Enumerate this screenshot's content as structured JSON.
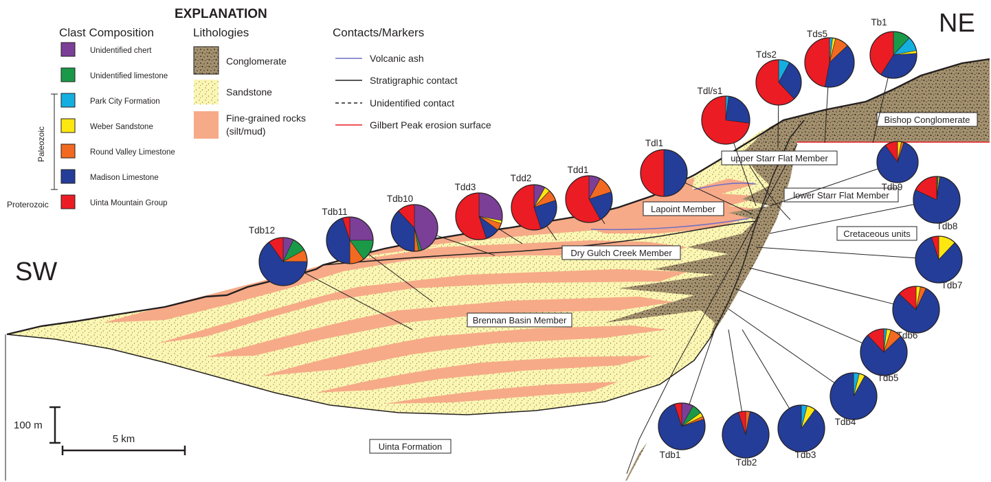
{
  "orientation": {
    "left": "SW",
    "right": "NE"
  },
  "explanation": {
    "title": "EXPLANATION",
    "clast_composition": {
      "heading": "Clast Composition",
      "items": [
        {
          "label": "Unidentified chert",
          "color": "#7b3f98"
        },
        {
          "label": "Unidentified limestone",
          "color": "#1a9a48"
        },
        {
          "label": "Park City Formation",
          "color": "#15aee0"
        },
        {
          "label": "Weber Sandstone",
          "color": "#fde711"
        },
        {
          "label": "Round Valley Limestone",
          "color": "#f26a21"
        },
        {
          "label": "Madison Limestone",
          "color": "#243d98"
        },
        {
          "label": "Uinta Mountain Group",
          "color": "#ec1c24"
        }
      ],
      "paleozoic_label": "Paleozoic",
      "proterozoic_label": "Proterozoic"
    },
    "lithologies": {
      "heading": "Lithologies",
      "items": [
        {
          "label": "Conglomerate",
          "pattern": "conglomerate"
        },
        {
          "label": "Sandstone",
          "pattern": "sandstone"
        },
        {
          "label": "Fine-grained rocks",
          "label2": "(silt/mud)",
          "pattern": "fine"
        }
      ]
    },
    "contacts": {
      "heading": "Contacts/Markers",
      "items": [
        {
          "label": "Volcanic ash",
          "style": "ash"
        },
        {
          "label": "Stratigraphic contact",
          "style": "solid"
        },
        {
          "label": "Unidentified contact",
          "style": "dashed"
        },
        {
          "label": "Gilbert Peak erosion surface",
          "style": "red"
        }
      ]
    }
  },
  "units": {
    "bishop": "Bishop Conglomerate",
    "upper_starr": "upper Starr Flat Member",
    "lower_starr": "lower Starr Flat Member",
    "lapoint": "Lapoint Member",
    "cretaceous": "Cretaceous units",
    "dry_gulch": "Dry Gulch Creek Member",
    "brennan": "Brennan Basin Member",
    "uinta": "Uinta Formation"
  },
  "scale": {
    "vertical": "100 m",
    "horizontal": "5 km"
  },
  "colors": {
    "chert": "#7b3f98",
    "limestone": "#1a9a48",
    "parkcity": "#15aee0",
    "weber": "#fde711",
    "roundvalley": "#f26a21",
    "madison": "#243d98",
    "uinta_mtn": "#ec1c24",
    "fine": "#f6aa88",
    "sand": "#fbf6b3",
    "congl": "#a3906e"
  },
  "samples": [
    {
      "id": "Tb1",
      "fractions": {
        "chert": 0,
        "limestone": 0.12,
        "parkcity": 0.1,
        "weber": 0.02,
        "roundvalley": 0,
        "madison": 0.35,
        "uinta_mtn": 0.41
      }
    },
    {
      "id": "Tds5",
      "fractions": {
        "chert": 0,
        "limestone": 0,
        "parkcity": 0.02,
        "weber": 0.02,
        "roundvalley": 0.09,
        "madison": 0.4,
        "uinta_mtn": 0.47
      }
    },
    {
      "id": "Tds2",
      "fractions": {
        "chert": 0,
        "limestone": 0,
        "parkcity": 0.08,
        "weber": 0,
        "roundvalley": 0,
        "madison": 0.3,
        "uinta_mtn": 0.62
      }
    },
    {
      "id": "Tdl/s1",
      "fractions": {
        "chert": 0,
        "limestone": 0,
        "parkcity": 0.02,
        "weber": 0,
        "roundvalley": 0,
        "madison": 0.25,
        "uinta_mtn": 0.73
      }
    },
    {
      "id": "Tdl1",
      "fractions": {
        "chert": 0,
        "limestone": 0,
        "parkcity": 0,
        "weber": 0,
        "roundvalley": 0,
        "madison": 0.5,
        "uinta_mtn": 0.5
      }
    },
    {
      "id": "Tdd1",
      "fractions": {
        "chert": 0.08,
        "limestone": 0,
        "parkcity": 0,
        "weber": 0,
        "roundvalley": 0.12,
        "madison": 0.22,
        "uinta_mtn": 0.58
      }
    },
    {
      "id": "Tdd2",
      "fractions": {
        "chert": 0.08,
        "limestone": 0,
        "parkcity": 0,
        "weber": 0.04,
        "roundvalley": 0.08,
        "madison": 0.25,
        "uinta_mtn": 0.55
      }
    },
    {
      "id": "Tdd3",
      "fractions": {
        "chert": 0.28,
        "limestone": 0,
        "parkcity": 0,
        "weber": 0.02,
        "roundvalley": 0.05,
        "madison": 0.1,
        "uinta_mtn": 0.55
      }
    },
    {
      "id": "Tdb10",
      "fractions": {
        "chert": 0.45,
        "limestone": 0.02,
        "parkcity": 0,
        "weber": 0,
        "roundvalley": 0.03,
        "madison": 0.38,
        "uinta_mtn": 0.12
      }
    },
    {
      "id": "Tdb11",
      "fractions": {
        "chert": 0.25,
        "limestone": 0.15,
        "parkcity": 0,
        "weber": 0,
        "roundvalley": 0.1,
        "madison": 0.45,
        "uinta_mtn": 0.05
      }
    },
    {
      "id": "Tdb12",
      "fractions": {
        "chert": 0.07,
        "limestone": 0.1,
        "parkcity": 0,
        "weber": 0,
        "roundvalley": 0.08,
        "madison": 0.65,
        "uinta_mtn": 0.1
      }
    },
    {
      "id": "Tdb9",
      "fractions": {
        "chert": 0,
        "limestone": 0,
        "parkcity": 0,
        "weber": 0.03,
        "roundvalley": 0.02,
        "madison": 0.85,
        "uinta_mtn": 0.1
      }
    },
    {
      "id": "Tdb8",
      "fractions": {
        "chert": 0,
        "limestone": 0.01,
        "parkcity": 0,
        "weber": 0.01,
        "roundvalley": 0,
        "madison": 0.8,
        "uinta_mtn": 0.18
      }
    },
    {
      "id": "Tdb7",
      "fractions": {
        "chert": 0,
        "limestone": 0,
        "parkcity": 0,
        "weber": 0.12,
        "roundvalley": 0,
        "madison": 0.83,
        "uinta_mtn": 0.05
      }
    },
    {
      "id": "Tdb6",
      "fractions": {
        "chert": 0,
        "limestone": 0,
        "parkcity": 0,
        "weber": 0.03,
        "roundvalley": 0.04,
        "madison": 0.8,
        "uinta_mtn": 0.13
      }
    },
    {
      "id": "Tdb5",
      "fractions": {
        "chert": 0,
        "limestone": 0,
        "parkcity": 0.02,
        "weber": 0.03,
        "roundvalley": 0.08,
        "madison": 0.75,
        "uinta_mtn": 0.12
      }
    },
    {
      "id": "Tdb4",
      "fractions": {
        "chert": 0,
        "limestone": 0,
        "parkcity": 0.04,
        "weber": 0.04,
        "roundvalley": 0,
        "madison": 0.92,
        "uinta_mtn": 0
      }
    },
    {
      "id": "Tdb3",
      "fractions": {
        "chert": 0,
        "limestone": 0,
        "parkcity": 0.04,
        "weber": 0.06,
        "roundvalley": 0,
        "madison": 0.9,
        "uinta_mtn": 0
      }
    },
    {
      "id": "Tdb2",
      "fractions": {
        "chert": 0,
        "limestone": 0,
        "parkcity": 0,
        "weber": 0,
        "roundvalley": 0.03,
        "madison": 0.92,
        "uinta_mtn": 0.05
      }
    },
    {
      "id": "Tdb1",
      "fractions": {
        "chert": 0.08,
        "limestone": 0.07,
        "parkcity": 0,
        "weber": 0.03,
        "roundvalley": 0.02,
        "madison": 0.75,
        "uinta_mtn": 0.05
      }
    }
  ]
}
